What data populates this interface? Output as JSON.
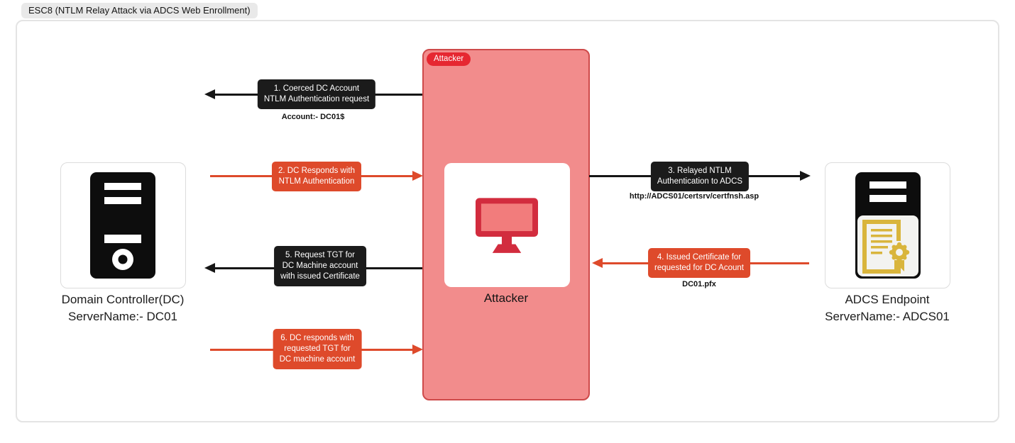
{
  "header": {
    "title": "ESC8 (NTLM Relay Attack via ADCS Web Enrollment)"
  },
  "entities": {
    "dc": {
      "icon": "server-icon",
      "name": "Domain Controller(DC)",
      "server": "ServerName:- DC01"
    },
    "attacker": {
      "badge": "Attacker",
      "icon": "monitor-icon",
      "label": "Attacker"
    },
    "adcs": {
      "icon": "certificate-server-icon",
      "name": "ADCS Endpoint",
      "server": "ServerName:- ADCS01"
    }
  },
  "arrows": [
    {
      "num": "1",
      "color": "black",
      "direction": "left",
      "lines": [
        "1. Coerced DC Account",
        "NTLM Authentication request"
      ],
      "caption": "Account:- DC01$"
    },
    {
      "num": "2",
      "color": "red",
      "direction": "right",
      "lines": [
        "2. DC Responds with",
        "NTLM Authentication"
      ],
      "caption": ""
    },
    {
      "num": "3",
      "color": "black",
      "direction": "right",
      "lines": [
        "3. Relayed NTLM",
        "Authentication to ADCS"
      ],
      "caption": "http://ADCS01/certsrv/certfnsh.asp"
    },
    {
      "num": "4",
      "color": "red",
      "direction": "left",
      "lines": [
        "4. Issued Certificate for",
        "requested for DC Acount"
      ],
      "caption": "DC01.pfx"
    },
    {
      "num": "5",
      "color": "black",
      "direction": "left",
      "lines": [
        "5. Request TGT for",
        "DC Machine account",
        "with issued Certificate"
      ],
      "caption": ""
    },
    {
      "num": "6",
      "color": "red",
      "direction": "right",
      "lines": [
        "6. DC responds with",
        "requested TGT for",
        "DC machine account"
      ],
      "caption": ""
    }
  ],
  "colors": {
    "arrow_black": "#161616",
    "arrow_red": "#DE4A2B",
    "attacker_fill": "#F28C8C",
    "attacker_border": "#CE4A4A",
    "attacker_badge": "#E62731",
    "monitor_frame": "#D22C3E",
    "monitor_screen": "#F27C7C",
    "certificate_gold": "#D9B53C",
    "frame_border": "#E4E4E4",
    "title_badge_bg": "#E9E9E9"
  }
}
